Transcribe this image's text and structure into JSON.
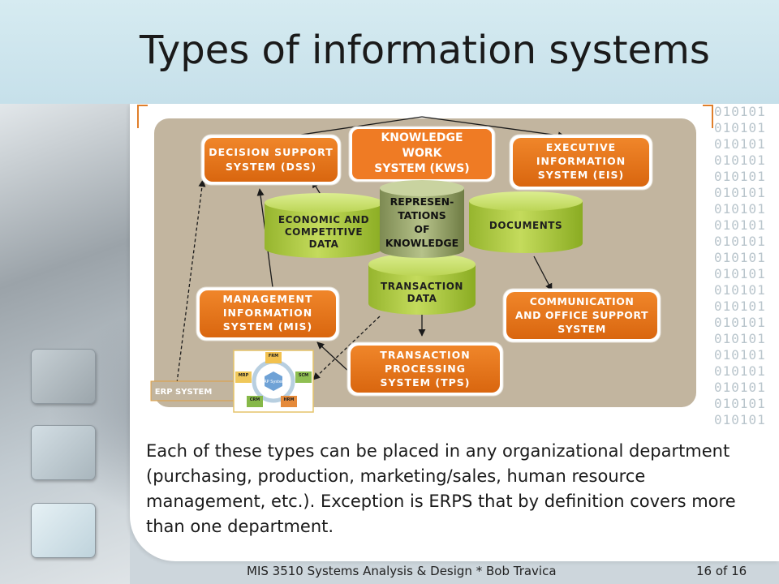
{
  "slide": {
    "title": "Types of information systems",
    "body": "Each of these types can be placed in any organizational department (purchasing, production, marketing/sales, human resource management, etc.). Exception is ERPS that by definition covers more than one department.",
    "footer": "MIS 3510 Systems Analysis & Design * Bob Travica",
    "page": "16 of 16"
  },
  "decoration": {
    "binary_rows": [
      "010101",
      "010101",
      "010101",
      "010101",
      "010101",
      "010101",
      "010101",
      "010101",
      "010101",
      "010101",
      "010101",
      "010101",
      "010101",
      "010101",
      "010101",
      "010101",
      "010101",
      "010101",
      "010101",
      "010101"
    ]
  },
  "diagram": {
    "systems": {
      "dss": [
        "DECISION SUPPORT",
        "SYSTEM (DSS)"
      ],
      "kws": [
        "KNOWLEDGE",
        "WORK",
        "SYSTEM (KWS)"
      ],
      "eis": [
        "EXECUTIVE",
        "INFORMATION",
        "SYSTEM (EIS)"
      ],
      "mis": [
        "MANAGEMENT",
        "INFORMATION",
        "SYSTEM (MIS)"
      ],
      "coss": [
        "COMMUNICATION",
        "AND OFFICE SUPPORT",
        "SYSTEM"
      ],
      "tps": [
        "TRANSACTION",
        "PROCESSING",
        "SYSTEM (TPS)"
      ]
    },
    "data_stores": {
      "economic": [
        "ECONOMIC AND",
        "COMPETITIVE",
        "DATA"
      ],
      "knowledge": [
        "REPRESEN-",
        "TATIONS",
        "OF",
        "KNOWLEDGE"
      ],
      "documents": [
        "DOCUMENTS"
      ],
      "transaction": [
        "TRANSACTION",
        "DATA"
      ]
    },
    "erp": {
      "label": "ERP SYSTEM",
      "center": "ERP System",
      "modules": [
        "FRM",
        "SCM",
        "HRM",
        "CRM",
        "MRP"
      ]
    },
    "colors": {
      "orange": "#ee7a1c",
      "orange_dark": "#c85f0c",
      "green": "#a6c53a",
      "green_light": "#cfe27a",
      "tan": "#c2b59f",
      "frame": "#e07f2b"
    }
  }
}
